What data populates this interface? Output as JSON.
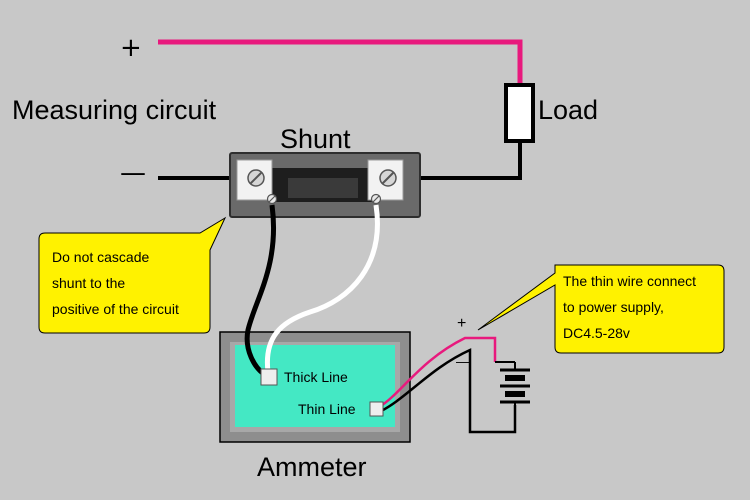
{
  "labels": {
    "measuring_circuit": "Measuring circuit",
    "plus": "+",
    "minus": "—",
    "load": "Load",
    "shunt": "Shunt",
    "thick_line": "Thick Line",
    "thin_line": "Thin Line",
    "ammeter": "Ammeter",
    "battery_plus": "+",
    "battery_minus": "—"
  },
  "callouts": {
    "shunt_warning": [
      "Do not cascade",
      "shunt to the",
      "positive of the circuit"
    ],
    "power_note": [
      "The thin wire connect",
      "to power supply,",
      "DC4.5-28v"
    ]
  },
  "colors": {
    "background": "#c8c8c8",
    "positive_wire": "#e8197d",
    "wire": "#000000",
    "sense_wire": "#ffffff",
    "callout_fill": "#fff200",
    "screen": "#44e8c4",
    "shunt_body": "#6a6a6a",
    "bezel": "#8e8e8e"
  }
}
